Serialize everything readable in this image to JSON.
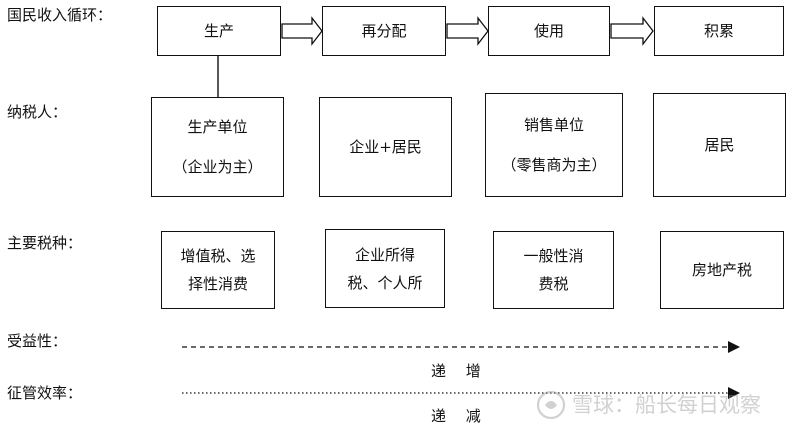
{
  "row_labels": {
    "cycle": "国民收入循环：",
    "taxpayer": "纳税人：",
    "tax_types": "主要税种：",
    "benefit": "受益性：",
    "efficiency": "征管效率："
  },
  "stages": [
    "生产",
    "再分配",
    "使用",
    "积累"
  ],
  "taxpayers": [
    {
      "line1": "生产单位",
      "line2": "（企业为主）"
    },
    {
      "line1": "企业+居民",
      "line2": ""
    },
    {
      "line1": "销售单位",
      "line2": "（零售商为主）"
    },
    {
      "line1": "居民",
      "line2": ""
    }
  ],
  "tax_types": [
    {
      "line1": "增值税、选",
      "line2": "择性消费"
    },
    {
      "line1": "企业所得",
      "line2": "税、个人所"
    },
    {
      "line1": "一般性消",
      "line2": "费税"
    },
    {
      "line1": "房地产税",
      "line2": ""
    }
  ],
  "benefit_trend": "递　 增",
  "efficiency_trend": "递　 减",
  "watermark": "雪球：船长每日观察"
}
